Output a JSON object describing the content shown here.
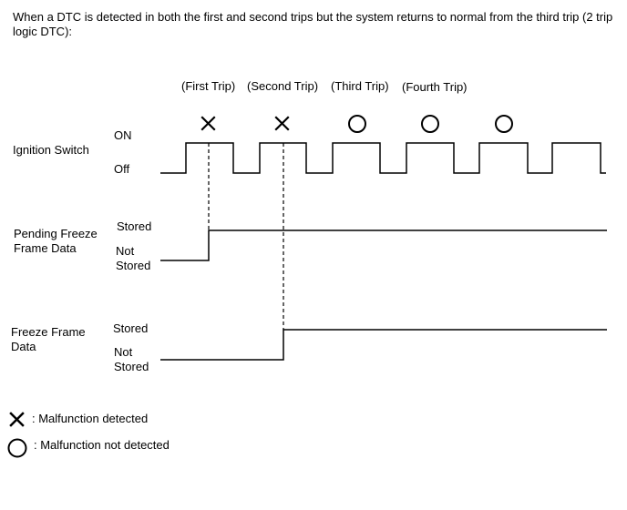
{
  "intro": "When a DTC is detected in both the first and second trips but the system returns to normal from the third trip (2 trip logic DTC):",
  "trips": [
    "(First Trip)",
    "(Second Trip)",
    "(Third Trip)",
    "(Fourth Trip)"
  ],
  "trip_marks": [
    "cross",
    "cross",
    "circle",
    "circle",
    "circle"
  ],
  "rows": {
    "ignition": {
      "label": "Ignition Switch",
      "high": "ON",
      "low": "Off"
    },
    "pending": {
      "label_line1": "Pending Freeze",
      "label_line2": "Frame Data",
      "high": "Stored",
      "low_line1": "Not",
      "low_line2": "Stored"
    },
    "freeze": {
      "label_line1": "Freeze Frame",
      "label_line2": "Data",
      "high": "Stored",
      "low_line1": "Not",
      "low_line2": "Stored"
    }
  },
  "legend": {
    "cross_text": ": Malfunction detected",
    "circle_text": ": Malfunction not detected"
  },
  "colors": {
    "line": "#000000",
    "background": "#ffffff"
  }
}
